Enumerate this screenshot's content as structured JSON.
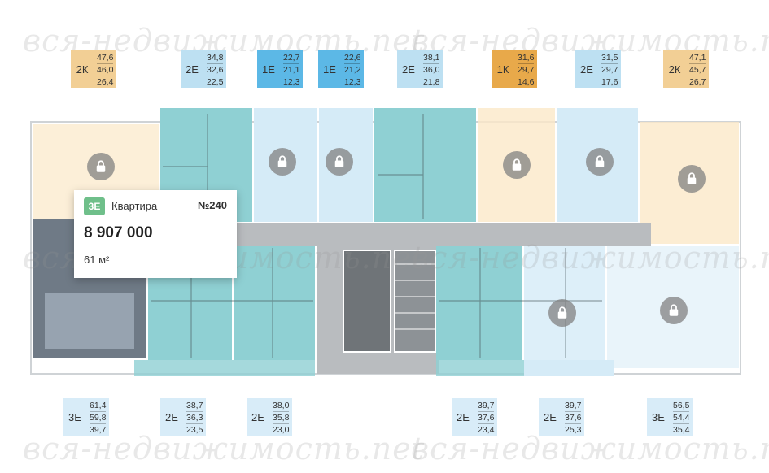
{
  "watermark": "вся-недвижимость.net",
  "colors": {
    "teal": "#8fd0d3",
    "light_blue": "#bde0f2",
    "blue": "#5cb8e6",
    "orange": "#e8b85f",
    "peach": "#f2cf95",
    "corridor": "#b9bcbf",
    "selected": "#6fbf8a"
  },
  "top_apartments": [
    {
      "type": "2К",
      "total": "47,6",
      "living": "46,0",
      "kitchen": "26,4",
      "color": "#f2cf95"
    },
    {
      "type": "2Е",
      "total": "34,8",
      "living": "32,6",
      "kitchen": "22,5",
      "color": "#bde0f2"
    },
    {
      "type": "1Е",
      "total": "22,7",
      "living": "21,1",
      "kitchen": "12,3",
      "color": "#5cb8e6"
    },
    {
      "type": "1Е",
      "total": "22,6",
      "living": "21,2",
      "kitchen": "12,3",
      "color": "#5cb8e6"
    },
    {
      "type": "2Е",
      "total": "38,1",
      "living": "36,0",
      "kitchen": "21,8",
      "color": "#bde0f2"
    },
    {
      "type": "1К",
      "total": "31,6",
      "living": "29,7",
      "kitchen": "14,6",
      "color": "#e8a94a"
    },
    {
      "type": "2Е",
      "total": "31,5",
      "living": "29,7",
      "kitchen": "17,6",
      "color": "#bde0f2"
    },
    {
      "type": "2К",
      "total": "47,1",
      "living": "45,7",
      "kitchen": "26,7",
      "color": "#f2cf95"
    }
  ],
  "bottom_apartments": [
    {
      "type": "3Е",
      "total": "61,4",
      "living": "59,8",
      "kitchen": "39,7",
      "color": "#d8ecf8"
    },
    {
      "type": "2Е",
      "total": "38,7",
      "living": "36,3",
      "kitchen": "23,5",
      "color": "#d8ecf8"
    },
    {
      "type": "2Е",
      "total": "38,0",
      "living": "35,8",
      "kitchen": "23,0",
      "color": "#d8ecf8"
    },
    {
      "type": "2Е",
      "total": "39,7",
      "living": "37,6",
      "kitchen": "23,4",
      "color": "#d8ecf8"
    },
    {
      "type": "2Е",
      "total": "39,7",
      "living": "37,6",
      "kitchen": "25,3",
      "color": "#d8ecf8"
    },
    {
      "type": "3Е",
      "total": "56,5",
      "living": "54,4",
      "kitchen": "35,4",
      "color": "#d8ecf8"
    }
  ],
  "selected_card": {
    "type": "3Е",
    "kind": "Квартира",
    "number": "№240",
    "price": "8 907 000",
    "area": "61 м²"
  },
  "lock_icon": "lock-icon"
}
